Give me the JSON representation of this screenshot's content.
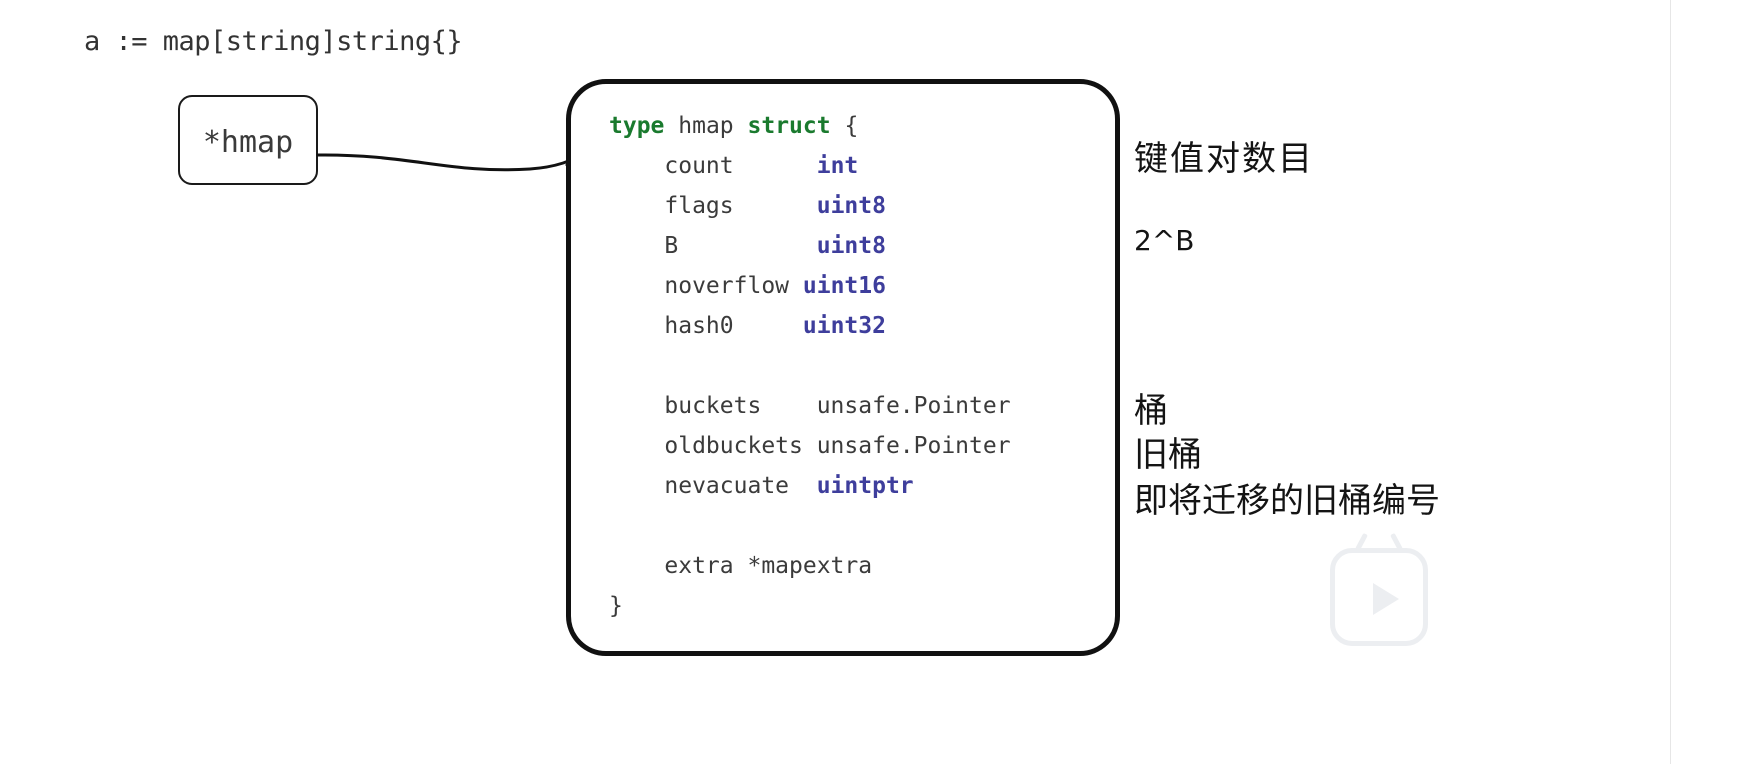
{
  "slide": {
    "declaration": "a := map[string]string{}",
    "pointer_box": {
      "label": "*hmap"
    },
    "struct_code": {
      "lines": [
        {
          "id": "l0",
          "segments": [
            {
              "text": "type ",
              "style": "kw"
            },
            {
              "text": "hmap ",
              "style": "pln"
            },
            {
              "text": "struct",
              "style": "kw"
            },
            {
              "text": " {",
              "style": "pln"
            }
          ]
        },
        {
          "id": "l1",
          "segments": [
            {
              "text": "    count      ",
              "style": "nm"
            },
            {
              "text": "int",
              "style": "typ"
            }
          ]
        },
        {
          "id": "l2",
          "segments": [
            {
              "text": "    flags      ",
              "style": "nm"
            },
            {
              "text": "uint8",
              "style": "typ"
            }
          ]
        },
        {
          "id": "l3",
          "segments": [
            {
              "text": "    B          ",
              "style": "nm"
            },
            {
              "text": "uint8",
              "style": "typ"
            }
          ]
        },
        {
          "id": "l4",
          "segments": [
            {
              "text": "    noverflow ",
              "style": "nm"
            },
            {
              "text": "uint16",
              "style": "typ"
            }
          ]
        },
        {
          "id": "l5",
          "segments": [
            {
              "text": "    hash0     ",
              "style": "nm"
            },
            {
              "text": "uint32",
              "style": "typ"
            }
          ]
        },
        {
          "id": "l6",
          "segments": [
            {
              "text": "",
              "style": "pln"
            }
          ]
        },
        {
          "id": "l7",
          "segments": [
            {
              "text": "    buckets    unsafe.Pointer",
              "style": "nm"
            }
          ]
        },
        {
          "id": "l8",
          "segments": [
            {
              "text": "    oldbuckets unsafe.Pointer",
              "style": "nm"
            }
          ]
        },
        {
          "id": "l9",
          "segments": [
            {
              "text": "    nevacuate  ",
              "style": "nm"
            },
            {
              "text": "uintptr",
              "style": "typ"
            }
          ]
        },
        {
          "id": "l10",
          "segments": [
            {
              "text": "",
              "style": "pln"
            }
          ]
        },
        {
          "id": "l11",
          "segments": [
            {
              "text": "    extra *mapextra",
              "style": "nm"
            }
          ]
        },
        {
          "id": "l12",
          "segments": [
            {
              "text": "}",
              "style": "pln"
            }
          ]
        }
      ]
    },
    "annotations": {
      "count": "键值对数目",
      "b": "2^B",
      "buckets": "桶",
      "oldbuckets": "旧桶",
      "nevacuate": "即将迁移的旧桶编号"
    }
  },
  "colors": {
    "keyword_green": "#1a7a2e",
    "type_indigo": "#3e3e9c",
    "code_gray": "#3b3b3b",
    "outline_black": "#111111",
    "avatar_orange": "#ef8a22",
    "panel_gray": "#eff0f2",
    "watermark_gray": "#eceef1"
  }
}
